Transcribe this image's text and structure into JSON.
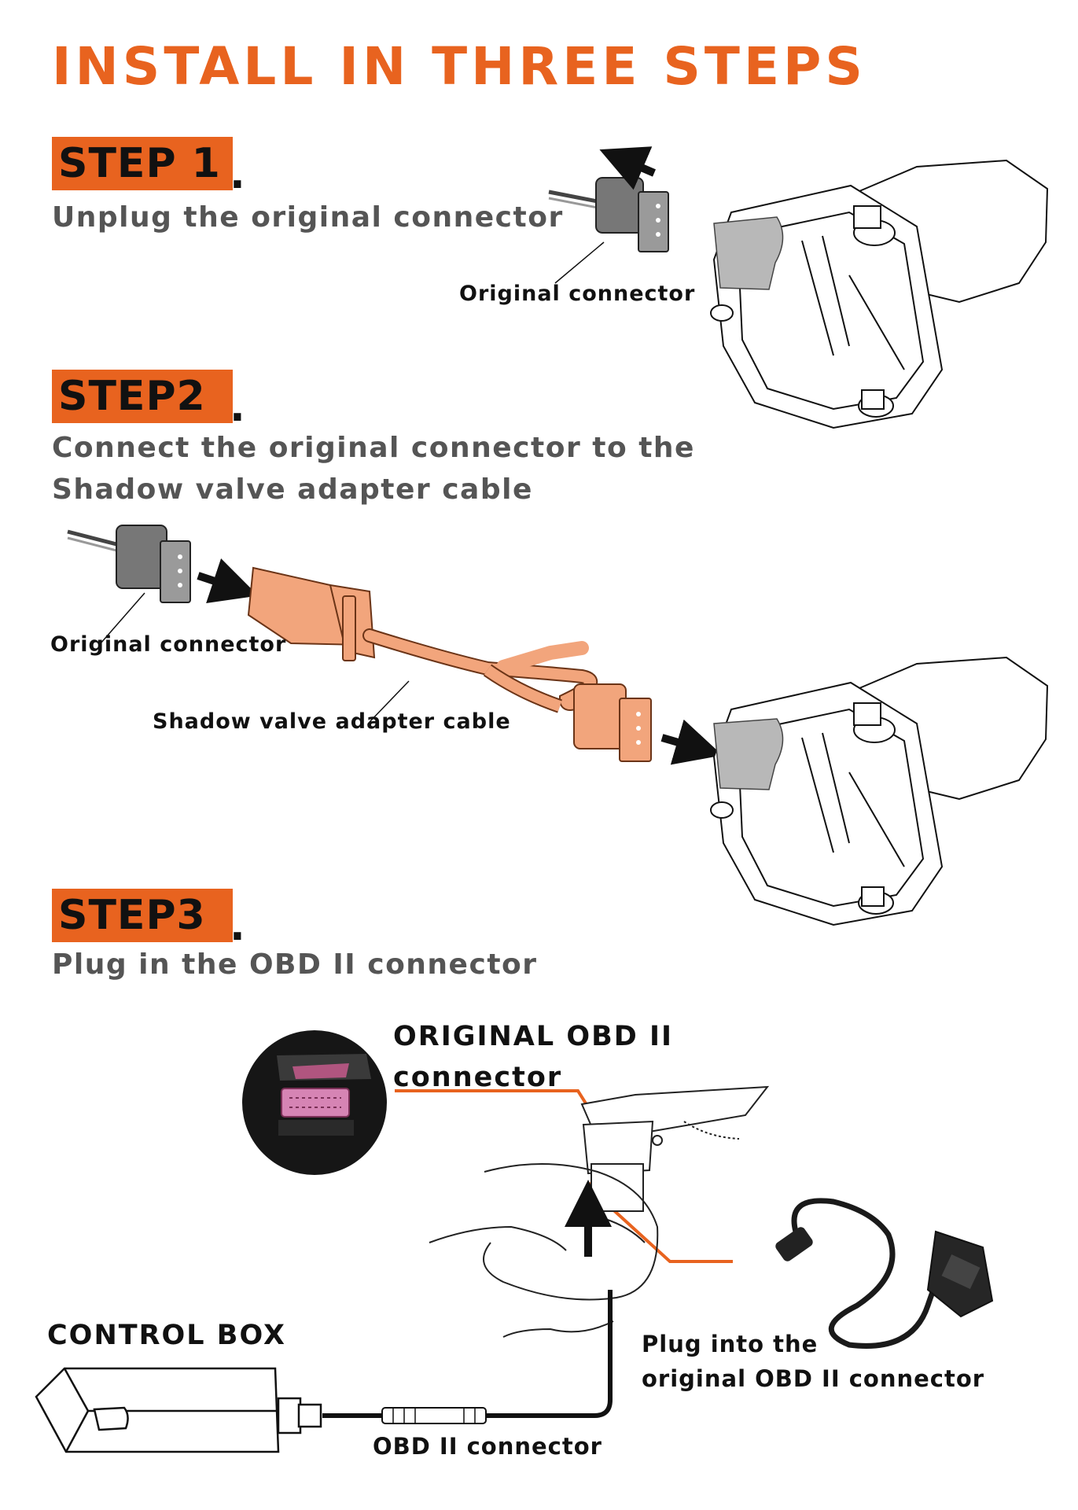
{
  "title": "INSTALL IN THREE STEPS",
  "colors": {
    "accent": "#e8631f",
    "badge_text": "#111111",
    "description": "#555555"
  },
  "steps": [
    {
      "label": "STEP 1",
      "dot": ".",
      "description_lines": [
        "Unplug the original connector"
      ]
    },
    {
      "label": "STEP2",
      "dot": ".",
      "description_lines": [
        "Connect the original connector to the",
        "Shadow valve adapter cable"
      ]
    },
    {
      "label": "STEP3",
      "dot": ".",
      "description_lines": [
        "Plug in the OBD II connector"
      ]
    }
  ],
  "callouts": {
    "step1_original_connector": "Original connector",
    "step2_original_connector": "Original connector",
    "step2_adapter_cable": "Shadow valve adapter cable",
    "obd_original_lines": [
      "ORIGINAL OBD II",
      "connector"
    ],
    "control_box": "CONTROL BOX",
    "plug_into_lines": [
      "Plug into the",
      "original OBD II connector"
    ],
    "obd_connector": "OBD II connector"
  },
  "icons": [
    "valve-actuator-icon",
    "connector-icon",
    "adapter-cable-icon",
    "obd-port-photo-icon",
    "obd-cable-photo-icon",
    "control-box-icon",
    "arrow-icon"
  ]
}
